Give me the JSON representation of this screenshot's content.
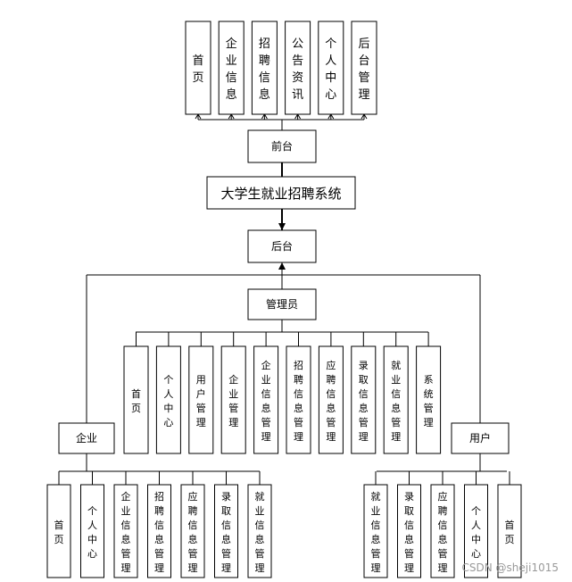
{
  "title": "大学生就业招聘系统",
  "frontend": {
    "label": "前台",
    "modules": [
      "首页",
      "企业信息",
      "招聘信息",
      "公告资讯",
      "个人中心",
      "后台管理"
    ]
  },
  "backend": {
    "label": "后台"
  },
  "admin": {
    "label": "管理员",
    "modules": [
      "首页",
      "个人中心",
      "用户管理",
      "企业管理",
      "企业信息管理",
      "招聘信息管理",
      "应聘信息管理",
      "录取信息管理",
      "就业信息管理",
      "系统管理"
    ]
  },
  "company": {
    "label": "企业",
    "modules": [
      "首页",
      "个人中心",
      "企业信息管理",
      "招聘信息管理",
      "应聘信息管理",
      "录取信息管理",
      "就业信息管理"
    ]
  },
  "user": {
    "label": "用户",
    "modules": [
      "就业信息管理",
      "录取信息管理",
      "应聘信息管理",
      "个人中心",
      "首页"
    ]
  },
  "watermark": "CSDN @sheji1015",
  "colors": {
    "line": "#000000",
    "box_fill": "#ffffff",
    "watermark": "#9a9a9a"
  }
}
